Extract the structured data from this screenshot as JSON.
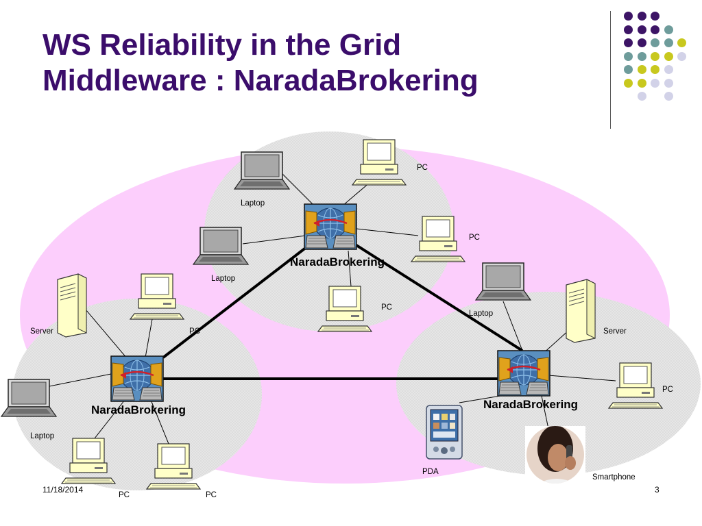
{
  "slide": {
    "title": "WS Reliability in the Grid\nMiddleware : NaradaBrokering",
    "date": "11/18/2014",
    "page_number": "3"
  },
  "palette": {
    "title": "#3b0d6b",
    "purple": "#3d1566",
    "teal": "#6e9c9b",
    "lime": "#c8c81e",
    "lavender": "#d2d2e8",
    "pink": "#fccefc",
    "cluster_gray": "#e4e4e4",
    "node_cream": "#ffffc8"
  },
  "brokers": {
    "top": "NaradaBrokering",
    "left": "NaradaBrokering",
    "right": "NaradaBrokering"
  },
  "devices": {
    "top_laptop_1": "Laptop",
    "top_pc_1": "PC",
    "top_pc_2": "PC",
    "top_laptop_2": "Laptop",
    "top_pc_3": "PC",
    "left_server": "Server",
    "left_pc_1": "PC",
    "left_laptop": "Laptop",
    "left_pc_2": "PC",
    "left_pc_3": "PC",
    "right_laptop": "Laptop",
    "right_server": "Server",
    "right_pc": "PC",
    "right_pda": "PDA",
    "right_smartphone": "Smartphone"
  },
  "icons": {
    "broker": "broker-globe-icon",
    "pc": "desktop-pc-icon",
    "laptop": "laptop-icon",
    "server": "server-tower-icon",
    "pda": "pda-icon",
    "smartphone": "smartphone-user-photo"
  }
}
